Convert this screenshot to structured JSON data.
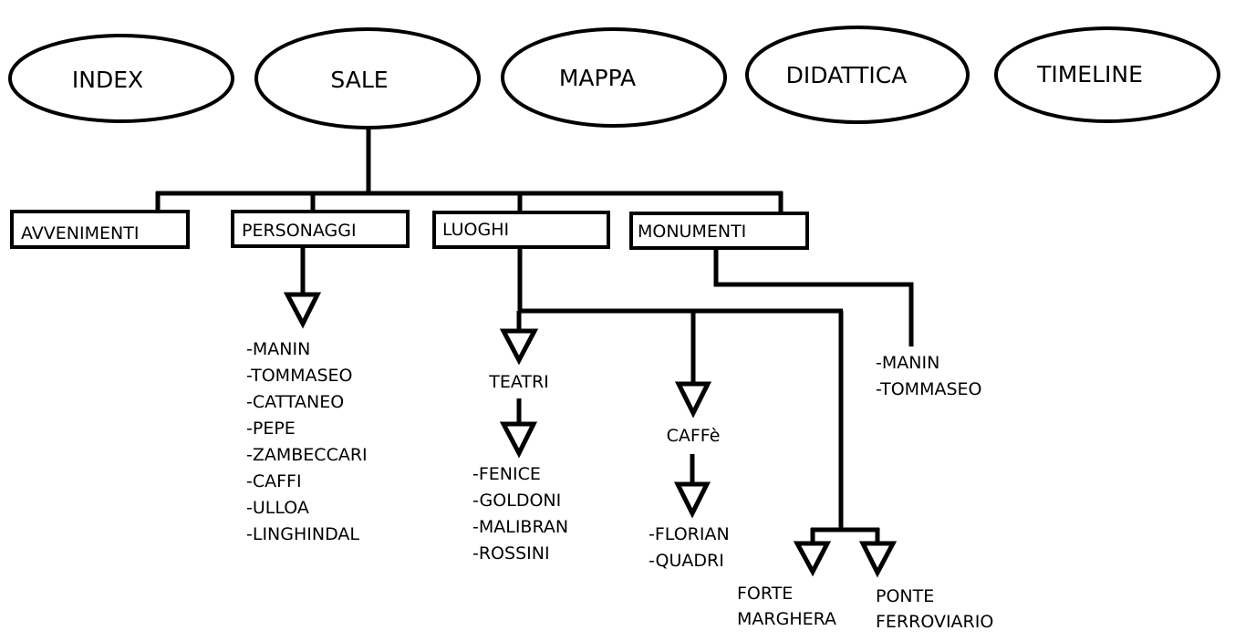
{
  "nav": {
    "index": "INDEX",
    "sale": "SALE",
    "mappa": "MAPPA",
    "didattica": "DIDATTICA",
    "timeline": "TIMELINE"
  },
  "sections": {
    "avvenimenti": "AVVENIMENTI",
    "personaggi": "PERSONAGGI",
    "luoghi": "LUOGHI",
    "monumenti": "MONUMENTI"
  },
  "personaggi_items": [
    "-MANIN",
    "-TOMMASEO",
    "-CATTANEO",
    "-PEPE",
    "-ZAMBECCARI",
    "-CAFFI",
    "-ULLOA",
    "-LINGHINDAL"
  ],
  "luoghi": {
    "teatri": {
      "label": "TEATRI",
      "items": [
        "-FENICE",
        "-GOLDONI",
        "-MALIBRAN",
        "-ROSSINI"
      ]
    },
    "caffe": {
      "label": "CAFFè",
      "items": [
        "-FLORIAN",
        "-QUADRI"
      ]
    },
    "forte": {
      "line1": "FORTE",
      "line2": "MARGHERA"
    },
    "ponte": {
      "line1": "PONTE",
      "line2": "FERROVIARIO"
    }
  },
  "monumenti_items": [
    "-MANIN",
    "-TOMMASEO"
  ]
}
